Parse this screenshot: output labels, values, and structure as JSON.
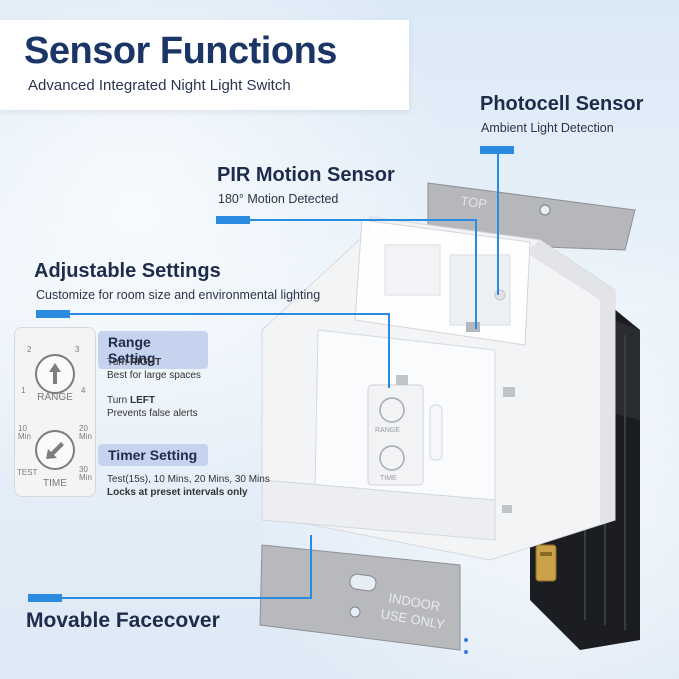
{
  "title": "Sensor Functions",
  "subtitle": "Advanced Integrated Night Light Switch",
  "photocell": {
    "heading": "Photocell Sensor",
    "description": "Ambient Light Detection"
  },
  "pir": {
    "heading": "PIR Motion Sensor",
    "description": "180° Motion Detected"
  },
  "adjustable": {
    "heading": "Adjustable Settings",
    "description": "Customize for room size and environmental lighting"
  },
  "range": {
    "heading": "Range Setting",
    "turn_right_prefix": "Turn ",
    "turn_right_word": "RIGHT",
    "turn_right_desc": "Best for large spaces",
    "turn_left_prefix": "Turn ",
    "turn_left_word": "LEFT",
    "turn_left_desc": "Prevents false alerts"
  },
  "timer": {
    "heading": "Timer Setting",
    "options": "Test(15s), 10 Mins, 20 Mins, 30 Mins",
    "note": "Locks at preset intervals only"
  },
  "dial_card": {
    "range_label": "RANGE",
    "time_label": "TIME",
    "range_ticks": [
      "2",
      "3",
      "1",
      "4"
    ],
    "time_ticks": [
      "10",
      "Min",
      "20",
      "Min",
      "TEST",
      "30",
      "Min"
    ]
  },
  "device": {
    "top_label": "TOP",
    "indoor_line1": "INDOOR",
    "indoor_line2": "USE ONLY",
    "faceplate_range": "RANGE",
    "faceplate_time": "TIME"
  },
  "facecover": {
    "heading": "Movable Facecover"
  },
  "colors": {
    "accent": "#2a8be0",
    "title": "#1a3566",
    "pill": "#c6d3ee"
  }
}
